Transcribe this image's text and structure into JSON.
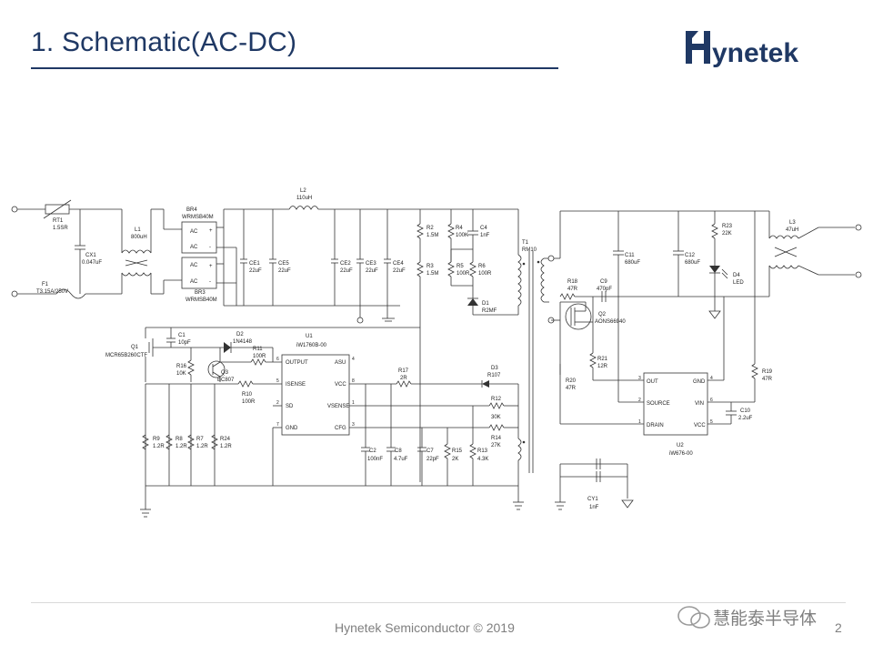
{
  "slide": {
    "title": "1. Schematic(AC-DC)",
    "logo": "Hynetek",
    "footer": "Hynetek Semiconductor © 2019",
    "page": "2",
    "wechat": "慧能泰半导体"
  },
  "labels": {
    "rt1": "RT1",
    "rt1_val": "1.5SR",
    "cx1": "CX1",
    "cx1_val": "0.047uF",
    "f1": "F1",
    "f1_val": "T3.15A/250V",
    "l1": "L1",
    "l1_val": "800uH",
    "br4": "BR4",
    "br4_val": "WRMSB40M",
    "br3": "BR3",
    "br3_val": "WRMSB40M",
    "ac": "AC",
    "l2": "L2",
    "l2_val": "110uH",
    "ce1": "CE1",
    "ce1_val": "22uF",
    "ce5": "CE5",
    "ce5_val": "22uF",
    "ce2": "CE2",
    "ce2_val": "22uF",
    "ce3": "CE3",
    "ce3_val": "22uF",
    "ce4": "CE4",
    "ce4_val": "22uF",
    "r2": "R2",
    "r2_val": "1.5M",
    "r3": "R3",
    "r3_val": "1.5M",
    "r4": "R4",
    "r4_val": "100K",
    "r5": "R5",
    "r5_val": "100R",
    "r6": "R6",
    "r6_val": "100R",
    "c4": "C4",
    "c4_val": "1nF",
    "d1": "D1",
    "d1_val": "R2MF",
    "t1": "T1",
    "t1_val": "RM10",
    "c1": "C1",
    "c1_val": "10pF",
    "q1": "Q1",
    "q1_val": "MCR65B260CTF",
    "d2": "D2",
    "d2_val": "1N4148",
    "r11": "R11",
    "r11_val": "100R",
    "r16": "R16",
    "r16_val": "10K",
    "q3": "Q3",
    "q3_val": "BC807",
    "r10": "R10",
    "r10_val": "100R",
    "u1": "U1",
    "u1_val": "iW1760B-00",
    "u1_output": "OUTPUT",
    "u1_isense": "ISENSE",
    "u1_sd": "SD",
    "u1_gnd": "GND",
    "u1_asu": "ASU",
    "u1_vcc": "VCC",
    "u1_vsense": "VSENSE",
    "u1_cfg": "CFG",
    "p6": "6",
    "p5": "5",
    "p2": "2",
    "p7": "7",
    "p4": "4",
    "p8": "8",
    "p1": "1",
    "p3": "3",
    "r17": "R17",
    "r17_val": "2R",
    "d3": "D3",
    "d3_val": "R107",
    "r12": "R12",
    "r12_val": "30K",
    "r14": "R14",
    "r14_val": "27K",
    "r9": "R9",
    "r9_val": "1.2R",
    "r8": "R8",
    "r8_val": "1.2R",
    "r7": "R7",
    "r7_val": "1.2R",
    "r24": "R24",
    "r24_val": "1.2R",
    "c2": "C2",
    "c2_val": "100nF",
    "c8": "C8",
    "c8_val": "4.7uF",
    "c7": "C7",
    "c7_val": "22pF",
    "r15": "R15",
    "r15_val": "2K",
    "r13": "R13",
    "r13_val": "4.3K",
    "c11": "C11",
    "c11_val": "680uF",
    "c12": "C12",
    "c12_val": "680uF",
    "r23": "R23",
    "r23_val": "22K",
    "d4": "D4",
    "d4_val": "LED",
    "l3": "L3",
    "l3_val": "47uH",
    "r18": "R18",
    "r18_val": "47R",
    "c9": "C9",
    "c9_val": "470pF",
    "q2": "Q2",
    "q2_val": "AONS66940",
    "r21": "R21",
    "r21_val": "12R",
    "r20": "R20",
    "r20_val": "47R",
    "r19": "R19",
    "r19_val": "47R",
    "c10": "C10",
    "c10_val": "2.2uF",
    "u2": "U2",
    "u2_val": "iW676-00",
    "u2_out": "OUT",
    "u2_source": "SOURCE",
    "u2_drain": "DRAIN",
    "u2_gnd": "GND",
    "u2_vin": "VIN",
    "u2_vcc": "VCC",
    "cy1": "CY1",
    "cy1_val": "1nF"
  },
  "colors": {
    "title": "#1f3864",
    "logo": "#1f3864",
    "footer": "#7f7f7f",
    "wire": "#333333"
  }
}
